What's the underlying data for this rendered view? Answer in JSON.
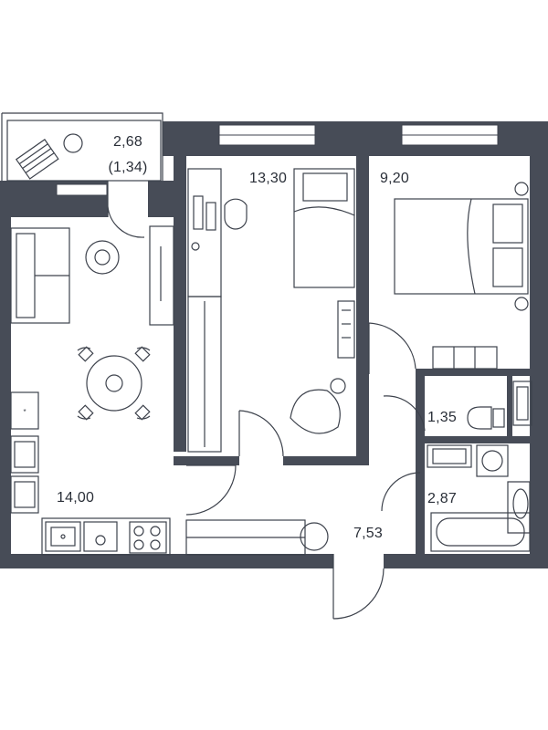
{
  "colors": {
    "wall": "#474c57",
    "line": "#3d424c",
    "bg": "#ffffff"
  },
  "rooms": {
    "balcony": {
      "area": "2,68",
      "area_sub": "(1,34)"
    },
    "bedroom1": {
      "area": "13,30"
    },
    "bedroom2": {
      "area": "9,20"
    },
    "kitchen": {
      "area": "14,00"
    },
    "toilet": {
      "area": "1,35"
    },
    "bathroom": {
      "area": "2,87"
    },
    "hall": {
      "area": "7,53"
    }
  }
}
